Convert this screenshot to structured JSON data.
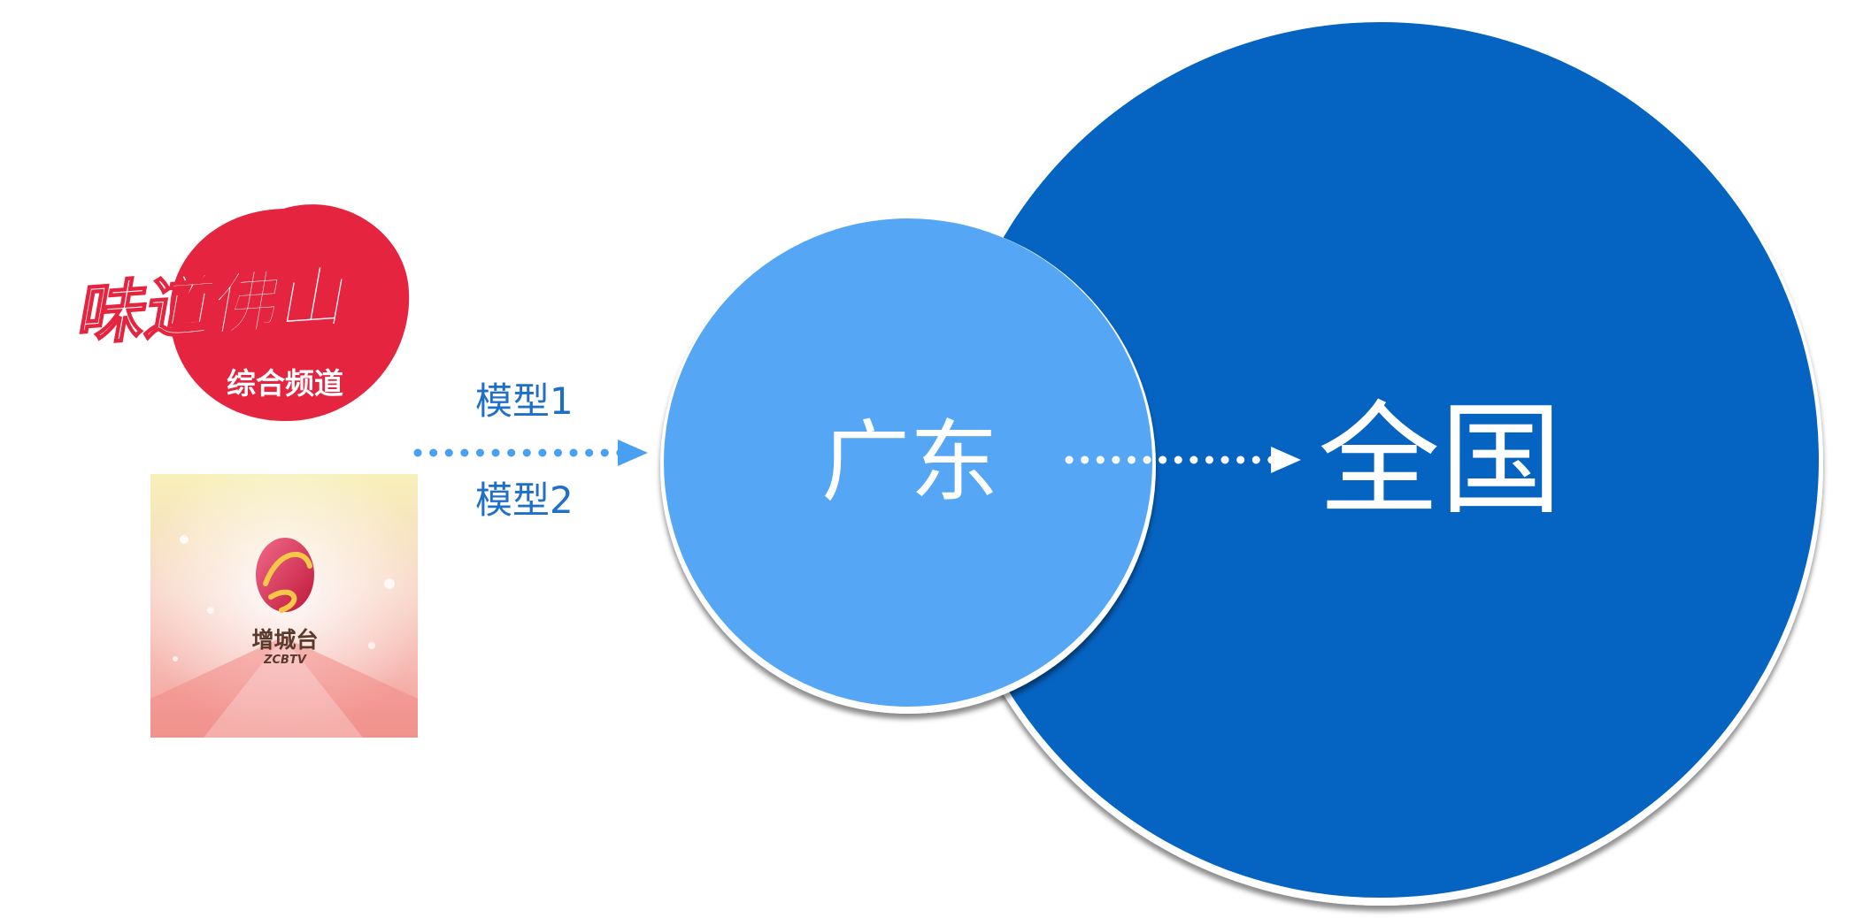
{
  "logo_foshan": {
    "title": "味道佛山",
    "subtitle": "综合频道",
    "color": "#e5243f"
  },
  "logo_zcbtv": {
    "name": "增城台",
    "abbr": "ZCBTV"
  },
  "arrow_labels": {
    "model1": "模型1",
    "model2": "模型2"
  },
  "regions": {
    "guangdong": {
      "label": "广东",
      "color": "#55a7f5"
    },
    "national": {
      "label": "全国",
      "color": "#0563c1"
    }
  }
}
